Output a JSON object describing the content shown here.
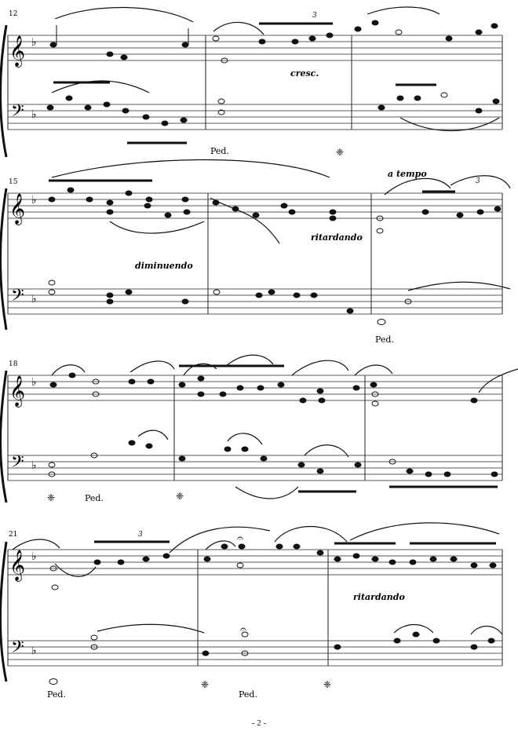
{
  "page": {
    "page_number": "- 2 -"
  },
  "systems": [
    {
      "measure_number": "12",
      "expressions": [
        {
          "text": "cresc."
        }
      ],
      "tuplets": [
        {
          "text": "3"
        }
      ],
      "pedal": [
        {
          "text": "Ped."
        },
        {
          "text": "❈"
        }
      ]
    },
    {
      "measure_number": "15",
      "expressions": [
        {
          "text": "a tempo"
        },
        {
          "text": "diminuendo"
        },
        {
          "text": "ritardando"
        }
      ],
      "tuplets": [
        {
          "text": "3"
        }
      ],
      "pedal": [
        {
          "text": "Ped."
        }
      ]
    },
    {
      "measure_number": "18",
      "expressions": [],
      "tuplets": [],
      "pedal": [
        {
          "text": "❈"
        },
        {
          "text": "Ped."
        },
        {
          "text": "❈"
        }
      ]
    },
    {
      "measure_number": "21",
      "expressions": [
        {
          "text": "ritardando"
        }
      ],
      "tuplets": [
        {
          "text": "3"
        }
      ],
      "pedal": [
        {
          "text": "Ped."
        },
        {
          "text": "❈"
        },
        {
          "text": "Ped."
        },
        {
          "text": "❈"
        }
      ]
    }
  ]
}
